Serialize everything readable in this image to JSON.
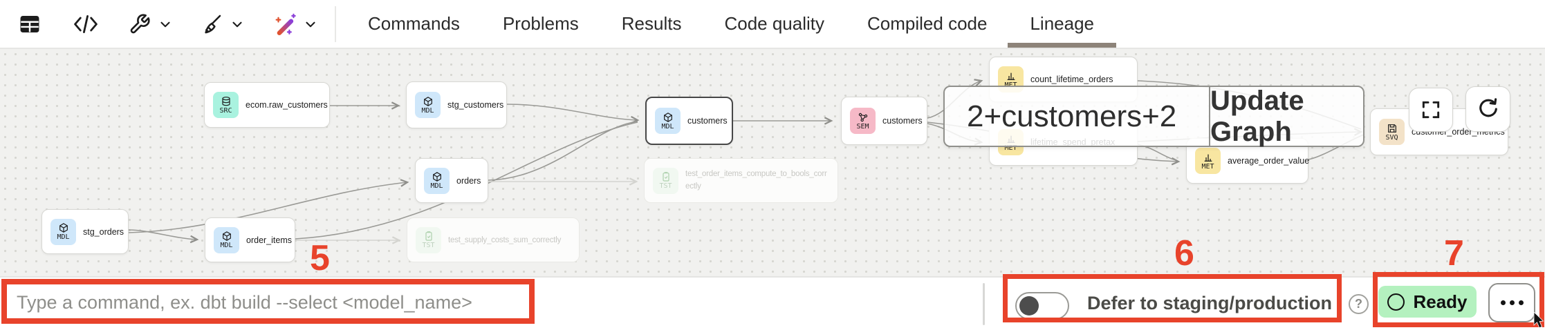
{
  "toolbar": {
    "icons": [
      {
        "name": "table-icon"
      },
      {
        "name": "code-icon"
      },
      {
        "name": "wrench-icon",
        "dropdown": true
      },
      {
        "name": "broom-icon",
        "dropdown": true
      },
      {
        "name": "magic-wand-icon",
        "dropdown": true
      }
    ],
    "tabs": [
      {
        "label": "Commands",
        "active": false
      },
      {
        "label": "Problems",
        "active": false
      },
      {
        "label": "Results",
        "active": false
      },
      {
        "label": "Code quality",
        "active": false
      },
      {
        "label": "Compiled code",
        "active": false
      },
      {
        "label": "Lineage",
        "active": true
      }
    ]
  },
  "lineage": {
    "selector": {
      "value": "2+customers+2",
      "update_button": "Update Graph"
    },
    "nodes": [
      {
        "label": "ecom.raw_customers",
        "badge": "SRC",
        "selected": false,
        "faded": false
      },
      {
        "label": "stg_customers",
        "badge": "MDL",
        "selected": false,
        "faded": false
      },
      {
        "label": "customers",
        "badge": "MDL",
        "selected": true,
        "faded": false
      },
      {
        "label": "customers",
        "badge": "SEM",
        "selected": false,
        "faded": false
      },
      {
        "label": "count_lifetime_orders",
        "badge": "MET",
        "selected": false,
        "faded": false
      },
      {
        "label": "lifetime_spend_pretax",
        "badge": "MET",
        "selected": false,
        "faded": false
      },
      {
        "label": "average_order_value",
        "badge": "MET",
        "selected": false,
        "faded": false
      },
      {
        "label": "customer_order_metrics",
        "badge": "SVQ",
        "selected": false,
        "faded": false
      },
      {
        "label": "stg_orders",
        "badge": "MDL",
        "selected": false,
        "faded": false
      },
      {
        "label": "order_items",
        "badge": "MDL",
        "selected": false,
        "faded": false
      },
      {
        "label": "orders",
        "badge": "MDL",
        "selected": false,
        "faded": false
      },
      {
        "label": "test_order_items_compute_to_bools_correctly",
        "badge": "TST",
        "selected": false,
        "faded": true
      },
      {
        "label": "test_supply_costs_sum_correctly",
        "badge": "TST",
        "selected": false,
        "faded": true
      }
    ],
    "badge_colors": {
      "SRC": "#a9f2df",
      "MDL": "#cfe7fa",
      "SEM": "#f6b9c7",
      "MET": "#f8e6a1",
      "SVQ": "#f3e2c8",
      "TST": "#e9f6e9"
    }
  },
  "command_bar": {
    "placeholder": "Type a command, ex. dbt build --select <model_name>"
  },
  "defer_toggle": {
    "label": "Defer to staging/production",
    "enabled": false,
    "help": "?"
  },
  "status": {
    "label": "Ready",
    "color": "#b4f1bf"
  },
  "overflow_menu": {
    "icon": "ellipsis-icon"
  },
  "annotations": {
    "color": "#e8432b",
    "n5": "5",
    "n6": "6",
    "n7": "7"
  }
}
